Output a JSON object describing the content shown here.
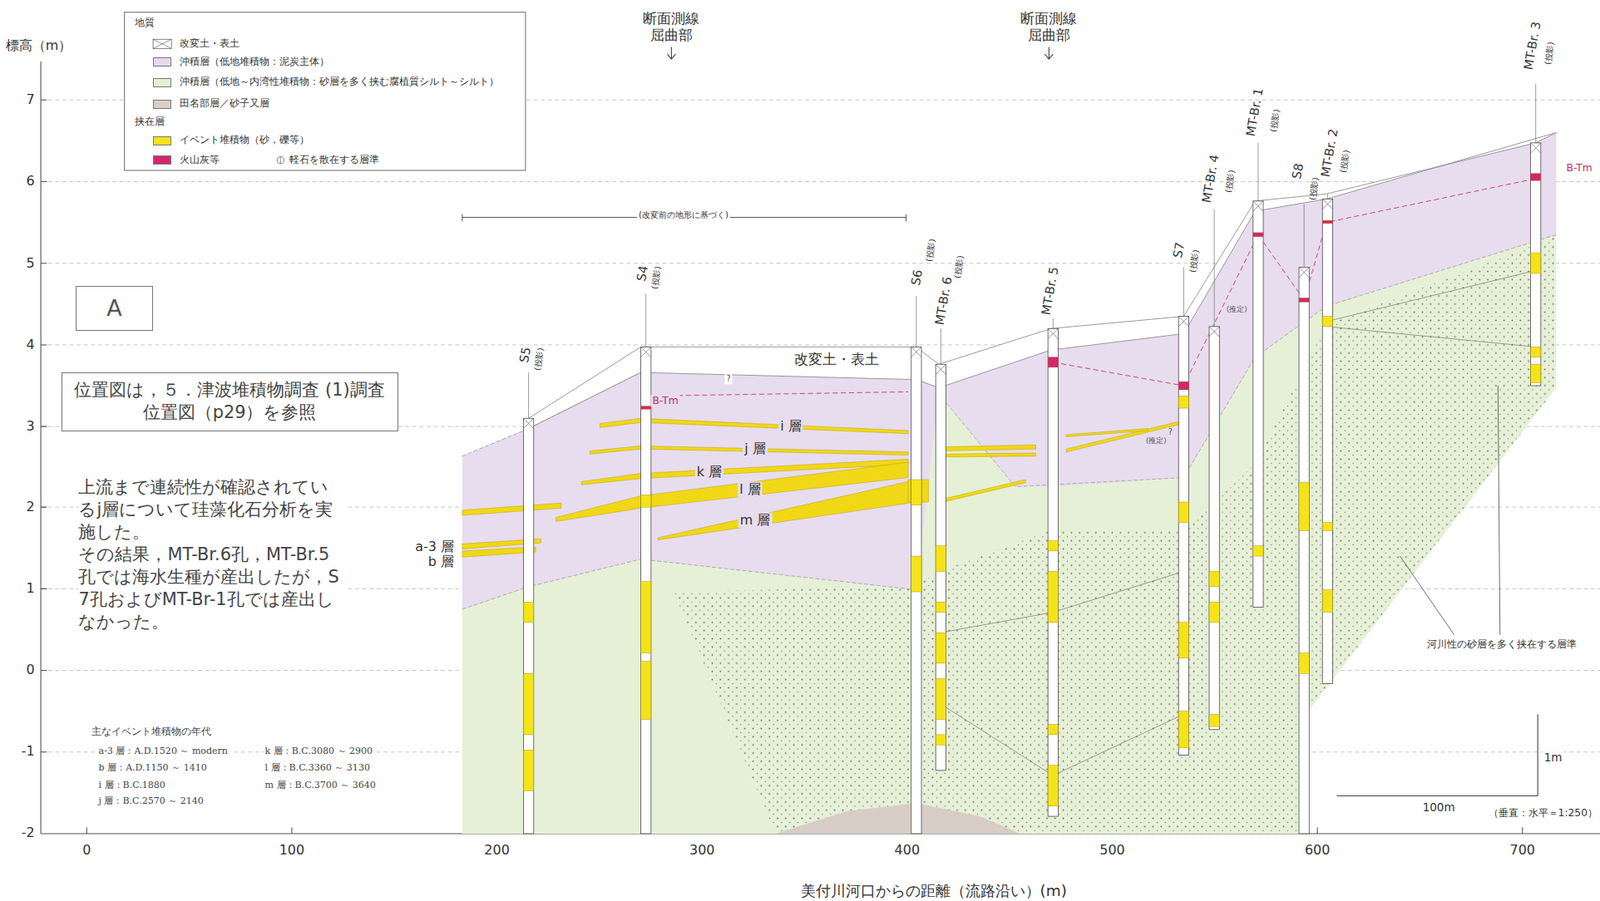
{
  "diagram": {
    "nodes": [
      {
        "text": [
          "A"
        ]
      },
      {
        "text": [
          "位置図は，５．津波堆積物調査 (1)調査位置図（p29）を参照"
        ]
      }
    ],
    "labels": [
      "地質",
      "挟在層",
      "標高（m）",
      "7",
      "6",
      "5",
      "4",
      "3",
      "2",
      "1",
      "0",
      "-1",
      "-2",
      "0",
      "100",
      "200",
      "300",
      "400",
      "500",
      "600",
      "700",
      "美付川河口からの距離（流路沿い）(m)",
      "断面測線 屈曲部",
      "断面測線 屈曲部",
      "(改変前の地形に基づく)",
      "S5",
      "(投影)",
      "S4",
      "(投影)",
      "S6",
      "(投影)",
      "MT-Br. 6",
      "(投影)",
      "MT-Br. 5",
      "S7",
      "(投影)",
      "MT-Br. 4",
      "(投影)",
      "MT-Br. 1",
      "(投影)",
      "S8",
      "(投影)",
      "MT-Br. 2",
      "(投影)",
      "MT-Br. 3",
      "(投影)",
      "改変土・表土",
      "B-Tm",
      "B-Tm",
      "i 層",
      "j 層",
      "k 層",
      "l 層",
      "m 層",
      "a-3 層",
      "b 層",
      "?",
      "?",
      "(推定)",
      "(推定)",
      "上流まで連続性が確認されているj層について珪藻化石分析を実施した。",
      "その結果，MT-Br.6孔，MT-Br.5孔では海水生種が産出したが，S7孔およびMT-Br-1孔では産出しなかった。",
      "主なイベント堆積物の年代",
      "a-3 層：A.D.1520 ～ modern",
      "b 層：A.D.1150 ～ 1410",
      "i 層：B.C.1880",
      "j 層：B.C.2570 ～ 2140",
      "k 層：B.C.3080 ～ 2900",
      "l 層：B.C.3360 ～ 3130",
      "m 層：B.C.3700 ～ 3640",
      "河川性の砂層を多く挟在する層準",
      "1m",
      "100m",
      "（垂直：水平＝1:250）"
    ],
    "legend": [
      {
        "text": "改変土・表土"
      },
      {
        "text": "沖積層（低地堆積物：泥炭主体）",
        "color": "#e6d9ec"
      },
      {
        "text": "沖積層（低地～内湾性堆積物：砂層を多く挟む腐植質シルト～シルト）",
        "color": "#e4f0d4"
      },
      {
        "text": "田名部層／砂子又層",
        "color": "#d9cfc9"
      },
      {
        "text": "イベント堆積物（砂，礫等）",
        "color": "#f5e31a"
      },
      {
        "text": "火山灰等",
        "color": "#d6246e"
      },
      {
        "text": "軽石を散在する層準"
      }
    ]
  }
}
